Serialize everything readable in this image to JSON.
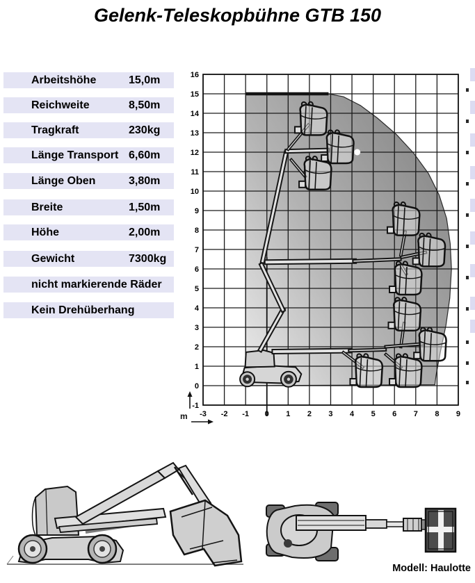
{
  "title": "Gelenk-Teleskopbühne GTB 150",
  "footer": {
    "model_label": "Modell: Haulotte"
  },
  "specs": [
    {
      "label": "Arbeitshöhe",
      "value": "15,0m"
    },
    {
      "label": "Reichweite",
      "value": "8,50m"
    },
    {
      "label": "Tragkraft",
      "value": "230kg"
    },
    {
      "label": "Länge Transport",
      "value": "6,60m"
    },
    {
      "label": "Länge Oben",
      "value": "3,80m"
    },
    {
      "label": "Breite",
      "value": "1,50m"
    },
    {
      "label": "Höhe",
      "value": "2,00m"
    },
    {
      "label": "Gewicht",
      "value": "7300kg"
    },
    {
      "label": "nicht markierende Räder",
      "value": ""
    },
    {
      "label": "Kein Drehüberhang",
      "value": ""
    }
  ],
  "colors": {
    "row_bg": "#e4e4f4",
    "grid": "#1a1a1a",
    "envelope_light": "#ececec",
    "envelope_mid": "#b3b3b3",
    "envelope_dark": "#848484"
  },
  "chart_data": {
    "type": "area",
    "title": "",
    "unit_label": "m",
    "xlim": [
      -3,
      9
    ],
    "ylim": [
      -1,
      16
    ],
    "grid": true,
    "x_ticks": [
      -3,
      -2,
      -1,
      0,
      1,
      2,
      3,
      4,
      5,
      6,
      7,
      8,
      9
    ],
    "y_ticks": [
      16,
      15,
      14,
      13,
      12,
      11,
      10,
      9,
      8,
      7,
      6,
      5,
      4,
      3,
      2,
      1,
      0,
      -1
    ],
    "envelope": [
      [
        -1,
        0
      ],
      [
        -1,
        15
      ],
      [
        2.9,
        15
      ],
      [
        3.6,
        14.85
      ],
      [
        4.4,
        14.4
      ],
      [
        5.2,
        13.75
      ],
      [
        6.1,
        12.9
      ],
      [
        6.9,
        11.95
      ],
      [
        7.6,
        10.9
      ],
      [
        8.1,
        9.8
      ],
      [
        8.45,
        8.6
      ],
      [
        8.62,
        7.3
      ],
      [
        8.68,
        6.0
      ],
      [
        8.6,
        4.5
      ],
      [
        8.42,
        3.1
      ],
      [
        8.15,
        1.7
      ],
      [
        7.95,
        0.5
      ],
      [
        7.9,
        0.05
      ]
    ],
    "envelope_top_edge": [
      [
        -1,
        15
      ],
      [
        2.9,
        15
      ]
    ],
    "basket_positions": [
      [
        2.1,
        13.7
      ],
      [
        3.35,
        12.25
      ],
      [
        2.3,
        10.9
      ],
      [
        6.45,
        8.55
      ],
      [
        7.65,
        6.95
      ],
      [
        6.55,
        5.5
      ],
      [
        6.5,
        3.65
      ],
      [
        7.7,
        2.1
      ],
      [
        4.7,
        0.75
      ],
      [
        6.55,
        0.75
      ]
    ],
    "boom_segments": [
      {
        "w": 5,
        "pts": [
          [
            -0.3,
            1.85
          ],
          [
            0.75,
            3.9
          ]
        ]
      },
      {
        "w": 5,
        "pts": [
          [
            0.75,
            3.9
          ],
          [
            -0.25,
            6.2
          ]
        ]
      },
      {
        "w": 5,
        "pts": [
          [
            -0.2,
            6.4
          ],
          [
            0.9,
            11.95
          ]
        ]
      },
      {
        "w": 6,
        "pts": [
          [
            0.0,
            6.35
          ],
          [
            4.1,
            6.4
          ]
        ]
      },
      {
        "w": 3.5,
        "pts": [
          [
            4.1,
            6.4
          ],
          [
            6.25,
            6.5
          ]
        ]
      },
      {
        "w": 6,
        "pts": [
          [
            0.35,
            1.75
          ],
          [
            3.9,
            1.8
          ]
        ]
      },
      {
        "w": 3.5,
        "pts": [
          [
            3.9,
            1.8
          ],
          [
            5.55,
            1.85
          ]
        ]
      },
      {
        "w": 5,
        "pts": [
          [
            0.95,
            12.05
          ],
          [
            2.85,
            12.1
          ]
        ]
      },
      {
        "w": 2.5,
        "pts": [
          [
            1.0,
            12.15
          ],
          [
            1.95,
            13.4
          ]
        ]
      },
      {
        "w": 2.5,
        "pts": [
          [
            1.15,
            11.6
          ],
          [
            1.8,
            10.75
          ]
        ]
      },
      {
        "w": 2.5,
        "pts": [
          [
            6.3,
            6.7
          ],
          [
            6.5,
            7.9
          ]
        ]
      },
      {
        "w": 3,
        "pts": [
          [
            6.35,
            6.6
          ],
          [
            7.45,
            6.85
          ]
        ]
      },
      {
        "w": 2.5,
        "pts": [
          [
            6.3,
            6.2
          ],
          [
            6.55,
            5.75
          ]
        ]
      },
      {
        "w": 2.5,
        "pts": [
          [
            6.3,
            2.0
          ],
          [
            6.45,
            3.2
          ]
        ]
      },
      {
        "w": 3,
        "pts": [
          [
            5.6,
            2.0
          ],
          [
            7.35,
            2.15
          ]
        ]
      },
      {
        "w": 2.5,
        "pts": [
          [
            3.6,
            1.7
          ],
          [
            4.5,
            0.95
          ]
        ]
      },
      {
        "w": 2.5,
        "pts": [
          [
            5.6,
            1.6
          ],
          [
            6.3,
            0.95
          ]
        ]
      }
    ],
    "marker_dot": [
      4.25,
      12.0
    ]
  },
  "artifacts": {
    "edge_bars_y": [
      98,
      145,
      192,
      239,
      286,
      333,
      380,
      427,
      460
    ],
    "edge_dots_y": [
      127,
      172,
      217,
      262,
      307,
      352,
      397,
      442,
      490,
      520,
      548
    ]
  }
}
